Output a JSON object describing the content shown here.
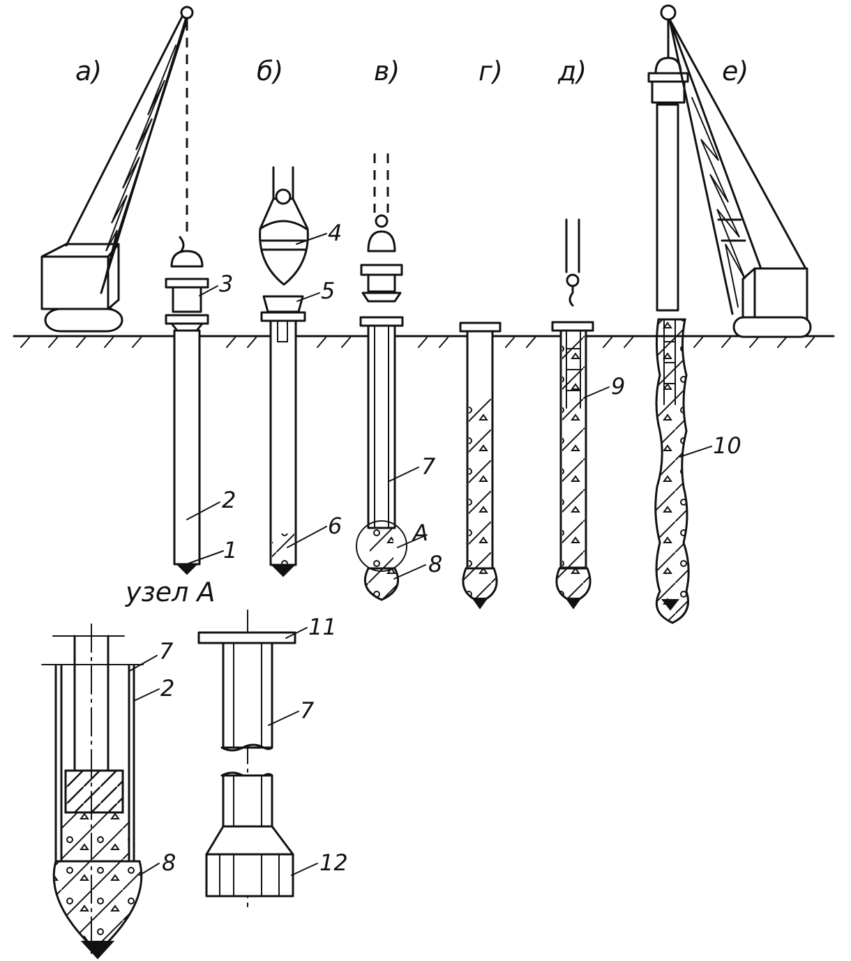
{
  "labels": {
    "a": "а)",
    "b": "б)",
    "v": "в)",
    "g": "г)",
    "d": "д)",
    "e": "е)",
    "node": "узел А",
    "A": "А"
  },
  "numbers": {
    "n1": "1",
    "n2": "2",
    "n3": "3",
    "n4": "4",
    "n5": "5",
    "n6": "6",
    "n7": "7",
    "n8": "8",
    "n9": "9",
    "n10": "10",
    "n11": "11",
    "n12": "12",
    "det7": "7",
    "det2": "2",
    "det8": "8",
    "det7b": "7"
  }
}
